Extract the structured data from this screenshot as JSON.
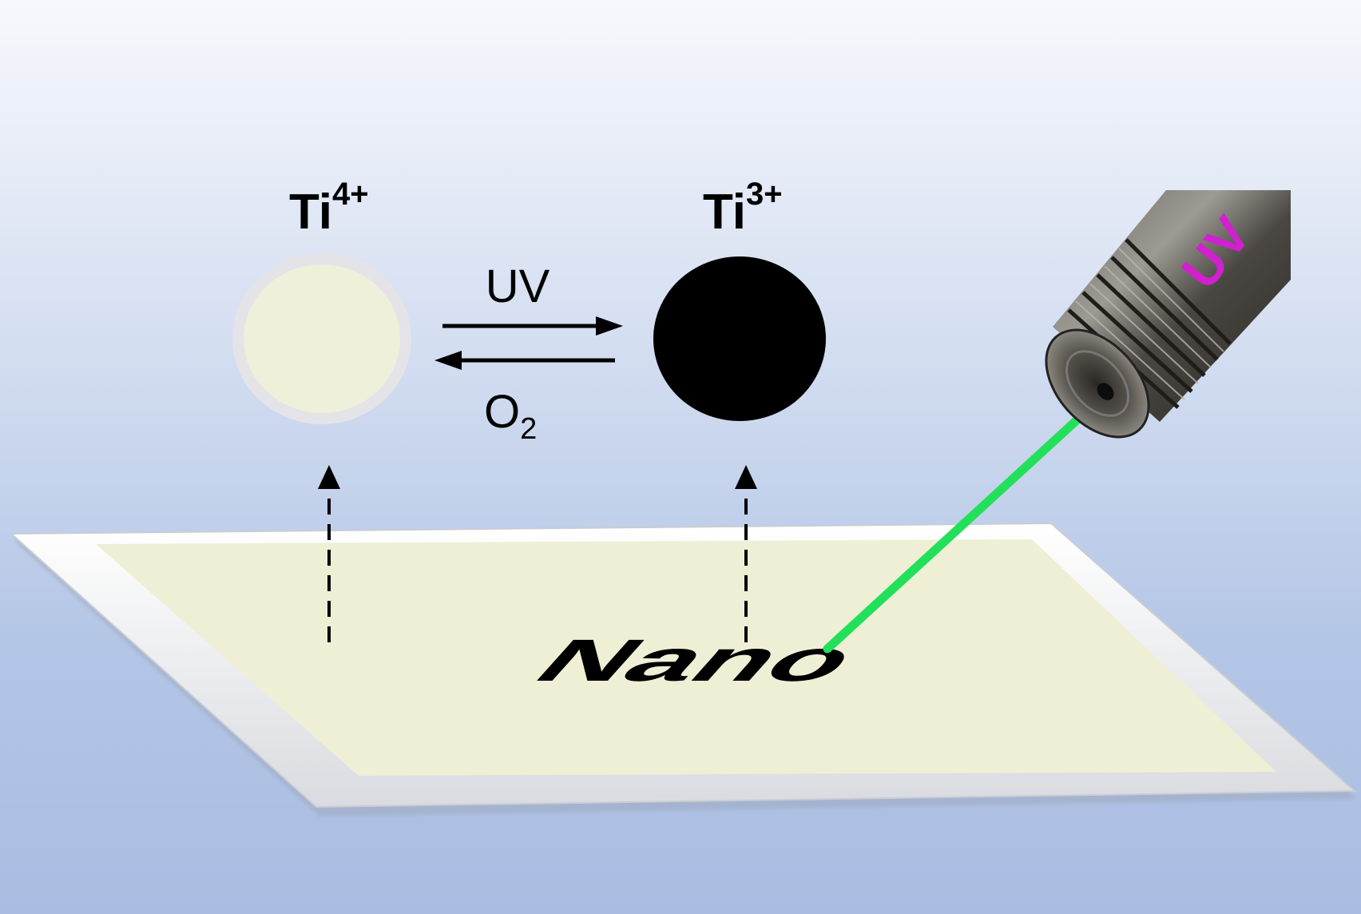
{
  "state_oxidized": {
    "label": "Ti",
    "charge": "4+",
    "color": "#eef0da",
    "edge": "#e4e4e8"
  },
  "state_reduced": {
    "label": "Ti",
    "charge": "3+",
    "color": "#000000"
  },
  "forward": {
    "label": "UV"
  },
  "reverse": {
    "label": "O",
    "subscript": "2"
  },
  "substrate": {
    "text": "Nano",
    "surface_color": "#eeefd5",
    "frame_color": "#fafafa"
  },
  "pen": {
    "label": "UV",
    "label_color": "#d21fd0",
    "beam_color": "#22e05a"
  }
}
